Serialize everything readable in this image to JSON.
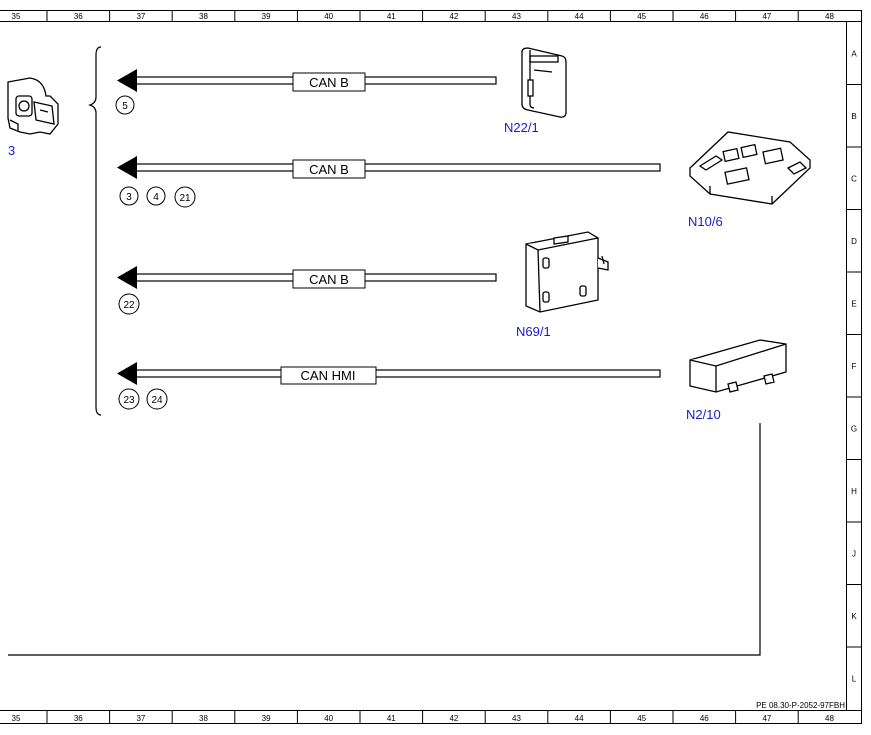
{
  "rulers": {
    "columns": [
      "35",
      "36",
      "37",
      "38",
      "39",
      "40",
      "41",
      "42",
      "43",
      "44",
      "45",
      "46",
      "47",
      "48"
    ],
    "rows": [
      "A",
      "B",
      "C",
      "D",
      "E",
      "F",
      "G",
      "H",
      "J",
      "K",
      "L"
    ]
  },
  "left_component_label": "3",
  "buses": [
    {
      "label": "CAN B",
      "refs": [
        "5"
      ],
      "component": "N22/1"
    },
    {
      "label": "CAN B",
      "refs": [
        "3",
        "4",
        "21"
      ],
      "component": "N10/6"
    },
    {
      "label": "CAN B",
      "refs": [
        "22"
      ],
      "component": "N69/1"
    },
    {
      "label": "CAN HMI",
      "refs": [
        "23",
        "24"
      ],
      "component": "N2/10"
    }
  ],
  "doc_id": "PE 08.30-P-2052-97FBH"
}
